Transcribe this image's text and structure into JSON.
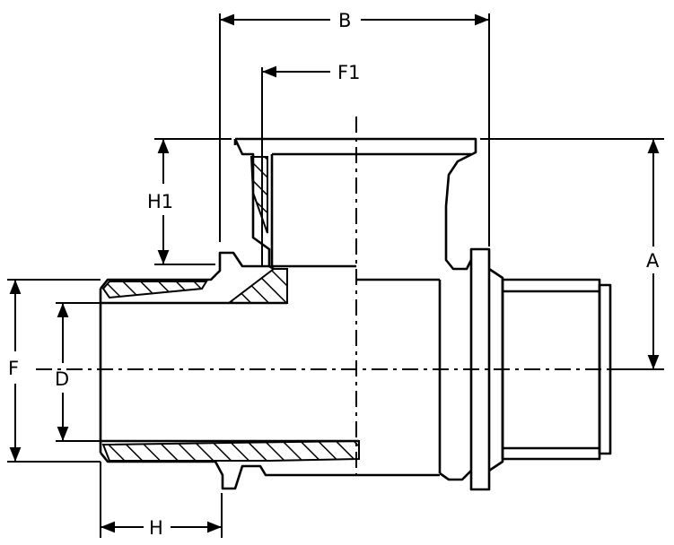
{
  "dimensions": {
    "A": "A",
    "B": "B",
    "D": "D",
    "F": "F",
    "F1": "F1",
    "H": "H",
    "H1": "H1"
  }
}
